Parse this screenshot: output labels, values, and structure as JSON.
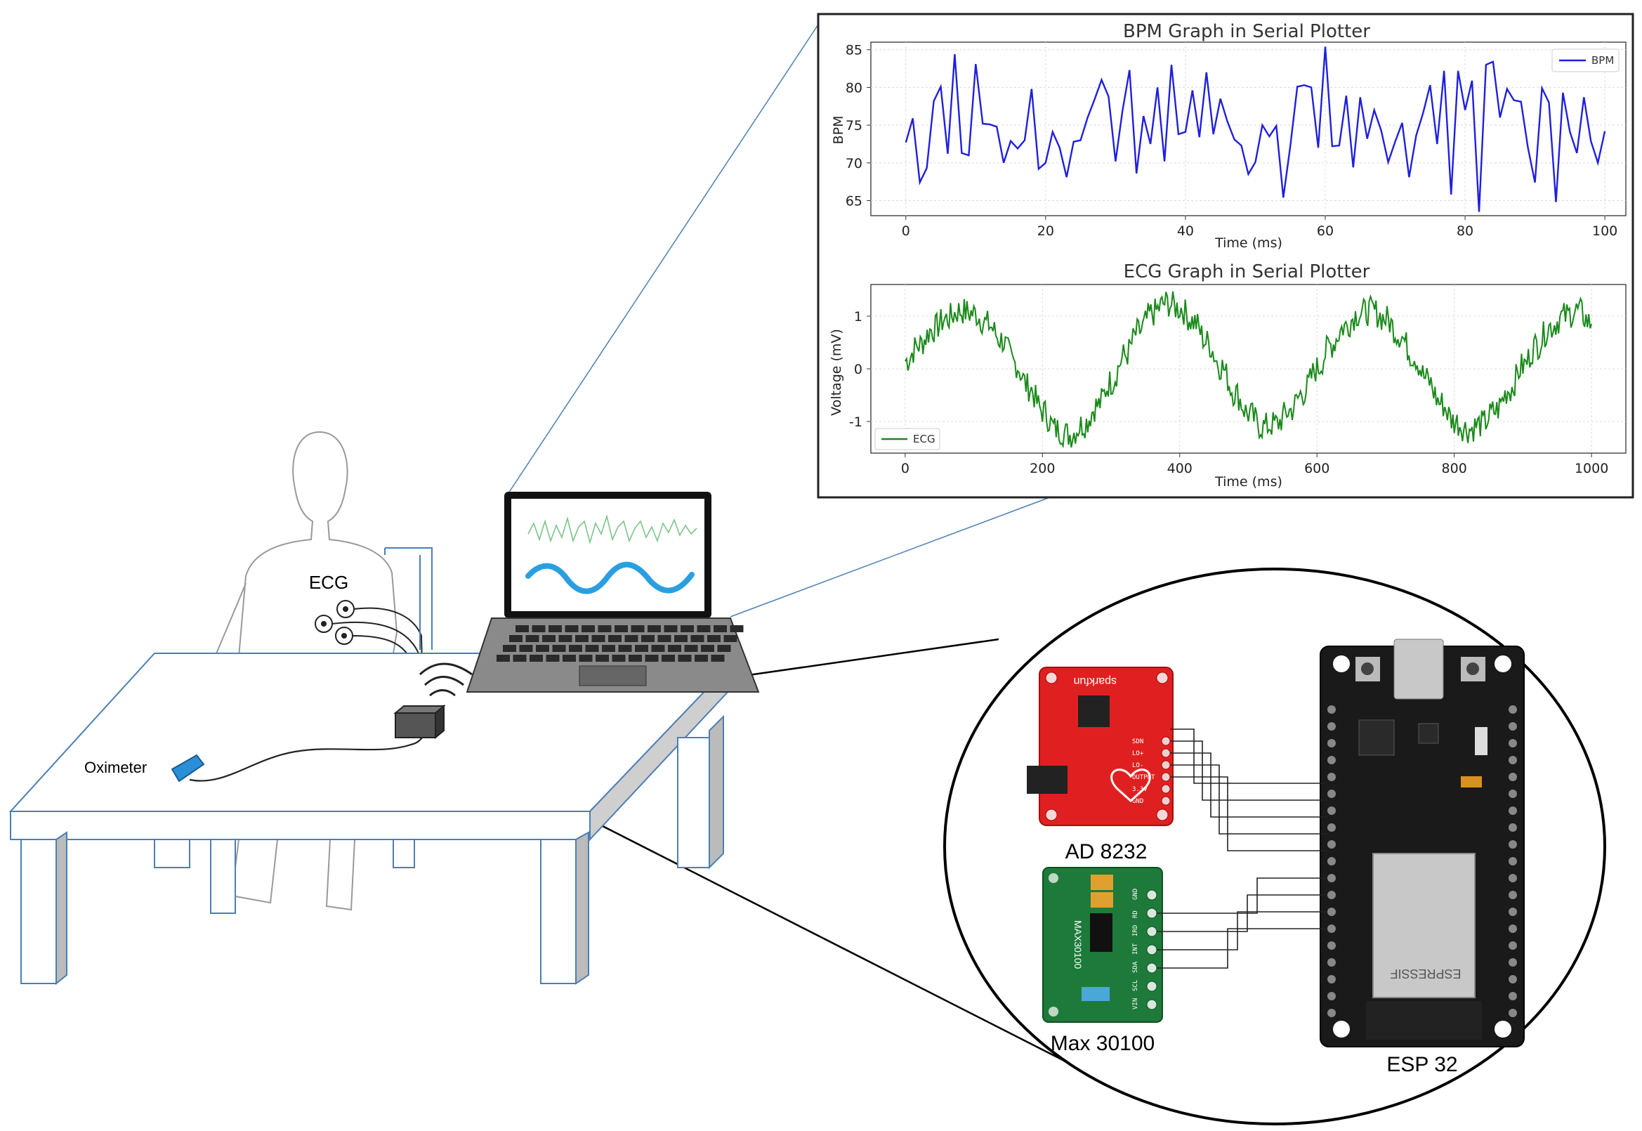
{
  "labels": {
    "ecg": "ECG",
    "oximeter": "Oximeter",
    "ad8232": "AD 8232",
    "max30100": "Max 30100",
    "esp32": "ESP 32"
  },
  "board_text": {
    "sparkfun": "sparkfun",
    "ad8232_pins": [
      "GND",
      "3.3v",
      "OUTPUT",
      "LO-",
      "LO+",
      "SDN"
    ],
    "max30100_chip": "MAX30100",
    "max30100_pins": [
      "VIN",
      "SCL",
      "SDA",
      "INT",
      "IRD",
      "RD",
      "GND"
    ],
    "esp_module": "ESPRESSIF"
  },
  "colors": {
    "bpm_line": "#1f1fe0",
    "ecg_line": "#1a8a1a",
    "furniture": "#4a7fb5",
    "ad8232_board": "#e02020",
    "max30100_board": "#1e7a3a",
    "esp32_board": "#1a1a1a",
    "oximeter": "#2a8fd6"
  },
  "chart_data": [
    {
      "type": "line",
      "title": "BPM Graph in Serial Plotter",
      "xlabel": "Time (ms)",
      "ylabel": "BPM",
      "xlim": [
        -5,
        103
      ],
      "ylim": [
        63,
        86
      ],
      "xticks": [
        0,
        20,
        40,
        60,
        80,
        100
      ],
      "yticks": [
        65,
        70,
        75,
        80,
        85
      ],
      "grid": true,
      "legend": "top-right",
      "series": [
        {
          "name": "BPM",
          "x": [
            0,
            1,
            2,
            3,
            4,
            5,
            6,
            7,
            8,
            9,
            10,
            11,
            12,
            13,
            14,
            15,
            16,
            17,
            18,
            19,
            20,
            21,
            22,
            23,
            24,
            25,
            26,
            27,
            28,
            29,
            30,
            31,
            32,
            33,
            34,
            35,
            36,
            37,
            38,
            39,
            40,
            41,
            42,
            43,
            44,
            45,
            46,
            47,
            48,
            49,
            50,
            51,
            52,
            53,
            54,
            55,
            56,
            57,
            58,
            59,
            60,
            61,
            62,
            63,
            64,
            65,
            66,
            67,
            68,
            69,
            70,
            71,
            72,
            73,
            74,
            75,
            76,
            77,
            78,
            79,
            80,
            81,
            82,
            83,
            84,
            85,
            86,
            87,
            88,
            89,
            90,
            91,
            92,
            93,
            94,
            95,
            96,
            97,
            98,
            99,
            100
          ],
          "values": [
            72.7,
            75.9,
            67.4,
            69.3,
            78.2,
            80.1,
            71.2,
            84.4,
            71.3,
            71.0,
            83.1,
            75.2,
            75.1,
            74.8,
            70.0,
            72.9,
            71.9,
            73.0,
            79.8,
            69.2,
            70.0,
            74.1,
            72.0,
            68.1,
            72.8,
            73.0,
            76.0,
            78.4,
            81.0,
            78.8,
            70.2,
            76.9,
            82.3,
            68.6,
            76.2,
            72.5,
            80.0,
            70.2,
            83.0,
            73.8,
            74.1,
            79.6,
            73.4,
            82.0,
            73.8,
            78.5,
            75.5,
            73.1,
            72.3,
            68.5,
            70.1,
            75.0,
            73.5,
            74.9,
            65.4,
            72.2,
            80.1,
            80.3,
            80.0,
            72.0,
            85.4,
            72.2,
            72.3,
            78.9,
            69.4,
            78.7,
            73.2,
            77.0,
            74.3,
            70.1,
            72.8,
            75.3,
            68.1,
            73.6,
            76.6,
            80.3,
            72.5,
            82.2,
            65.8,
            82.2,
            77.0,
            80.9,
            63.5,
            83.0,
            83.4,
            76.0,
            79.8,
            78.3,
            78.1,
            72.0,
            67.4,
            79.9,
            78.0,
            64.8,
            79.3,
            74.1,
            71.3,
            78.7,
            72.9,
            70.0,
            74.2
          ]
        }
      ]
    },
    {
      "type": "line",
      "title": "ECG Graph in Serial Plotter",
      "xlabel": "Time (ms)",
      "ylabel": "Voltage (mV)",
      "xlim": [
        -50,
        1050
      ],
      "ylim": [
        -1.6,
        1.6
      ],
      "xticks": [
        0,
        200,
        400,
        600,
        800,
        1000
      ],
      "yticks": [
        -1,
        0,
        1
      ],
      "grid": true,
      "legend": "bottom-left",
      "series": [
        {
          "name": "ECG",
          "x": [
            0,
            20,
            40,
            60,
            80,
            100,
            120,
            140,
            160,
            180,
            200,
            220,
            240,
            260,
            280,
            300,
            320,
            340,
            360,
            380,
            400,
            420,
            440,
            460,
            480,
            500,
            520,
            540,
            560,
            580,
            600,
            620,
            640,
            660,
            680,
            700,
            720,
            740,
            760,
            780,
            800,
            820,
            840,
            860,
            880,
            900,
            920,
            940,
            960,
            980,
            1000
          ],
          "values": [
            0.15,
            0.45,
            0.75,
            0.95,
            1.1,
            1.05,
            0.85,
            0.55,
            0.1,
            -0.35,
            -0.8,
            -1.15,
            -1.25,
            -1.05,
            -0.7,
            -0.25,
            0.25,
            0.7,
            1.05,
            1.25,
            1.15,
            0.9,
            0.5,
            0.05,
            -0.45,
            -0.85,
            -1.1,
            -1.05,
            -0.8,
            -0.45,
            0.0,
            0.45,
            0.8,
            1.05,
            1.1,
            0.95,
            0.65,
            0.25,
            -0.2,
            -0.65,
            -1.0,
            -1.15,
            -1.05,
            -0.8,
            -0.4,
            0.05,
            0.45,
            0.8,
            1.0,
            1.1,
            0.85
          ]
        }
      ]
    }
  ]
}
